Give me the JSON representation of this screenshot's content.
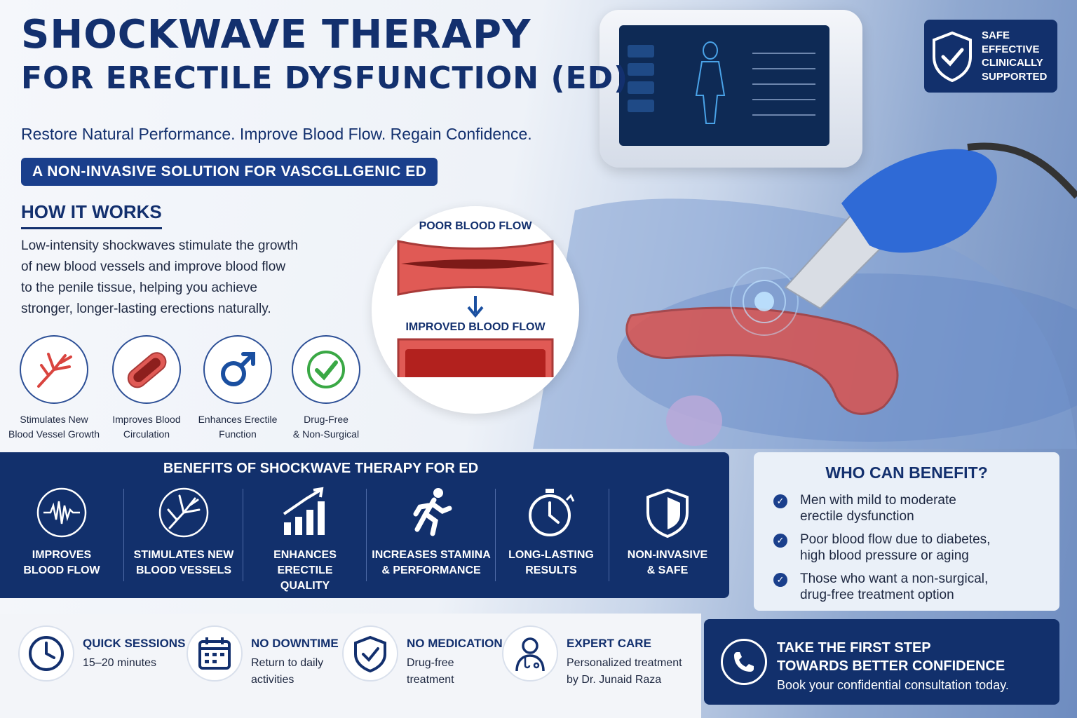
{
  "title": {
    "line1": "SHOCKWAVE THERAPY",
    "line2": "FOR ERECTILE DYSFUNCTION (ED)"
  },
  "tagline": "Restore Natural Performance. Improve Blood Flow. Regain Confidence.",
  "pill": "A NON-INVASIVE SOLUTION FOR VASCGLLGENIC ED",
  "how": {
    "heading": "HOW IT WORKS",
    "lines": [
      "Low-intensity shockwaves stimulate the growth",
      "of new blood vessels and improve blood flow",
      "to the penile tissue, helping you achieve",
      "stronger, longer-lasting erections naturally."
    ]
  },
  "features": [
    {
      "l1": "Stimulates New",
      "l2": "Blood Vessel Growth",
      "icon": "vessel-branch-icon"
    },
    {
      "l1": "Improves Blood",
      "l2": "Circulation",
      "icon": "artery-icon"
    },
    {
      "l1": "Enhances Erectile",
      "l2": "Function",
      "icon": "male-symbol-icon"
    },
    {
      "l1": "Drug-Free",
      "l2": "& Non-Surgical",
      "icon": "check-circle-icon"
    }
  ],
  "flow": {
    "poor": "POOR BLOOD FLOW",
    "improved": "IMPROVED BLOOD FLOW"
  },
  "badge": {
    "lines": [
      "SAFE",
      "EFFECTIVE",
      "CLINICALLY",
      "SUPPORTED"
    ]
  },
  "benefits": {
    "heading": "BENEFITS OF SHOCKWAVE THERAPY FOR ED",
    "items": [
      {
        "l1": "IMPROVES",
        "l2": "BLOOD FLOW",
        "icon": "waveform-icon"
      },
      {
        "l1": "STIMULATES NEW",
        "l2": "BLOOD VESSELS",
        "icon": "vessels-icon"
      },
      {
        "l1": "ENHANCES ERECTILE",
        "l2": "QUALITY",
        "icon": "growth-chart-icon"
      },
      {
        "l1": "INCREASES STAMINA",
        "l2": "& PERFORMANCE",
        "icon": "runner-icon"
      },
      {
        "l1": "LONG-LASTING",
        "l2": "RESULTS",
        "icon": "stopwatch-icon"
      },
      {
        "l1": "NON-INVASIVE",
        "l2": "& SAFE",
        "icon": "shield-icon"
      }
    ]
  },
  "who": {
    "heading": "WHO CAN BENEFIT?",
    "items": [
      {
        "l1": "Men with mild to moderate",
        "l2": "erectile dysfunction"
      },
      {
        "l1": "Poor blood flow due to diabetes,",
        "l2": "high blood pressure or aging"
      },
      {
        "l1": "Those who want a non-surgical,",
        "l2": "drug-free treatment option"
      }
    ]
  },
  "bottom": [
    {
      "title": "QUICK SESSIONS",
      "l1": "15–20 minutes",
      "l2": "",
      "icon": "clock-icon"
    },
    {
      "title": "NO DOWNTIME",
      "l1": "Return to daily",
      "l2": "activities",
      "icon": "calendar-icon"
    },
    {
      "title": "NO MEDICATION",
      "l1": "Drug-free",
      "l2": "treatment",
      "icon": "shield-check-icon"
    },
    {
      "title": "EXPERT CARE",
      "l1": "Personalized treatment",
      "l2": "by Dr. Junaid Raza",
      "icon": "doctor-icon"
    }
  ],
  "cta": {
    "l1": "TAKE THE FIRST STEP",
    "l2": "TOWARDS BETTER CONFIDENCE",
    "sub": "Book your confidential consultation today."
  },
  "colors": {
    "navy": "#12306c",
    "accent": "#1a3f8c",
    "artery": "#d9443f",
    "green": "#3aa845"
  }
}
